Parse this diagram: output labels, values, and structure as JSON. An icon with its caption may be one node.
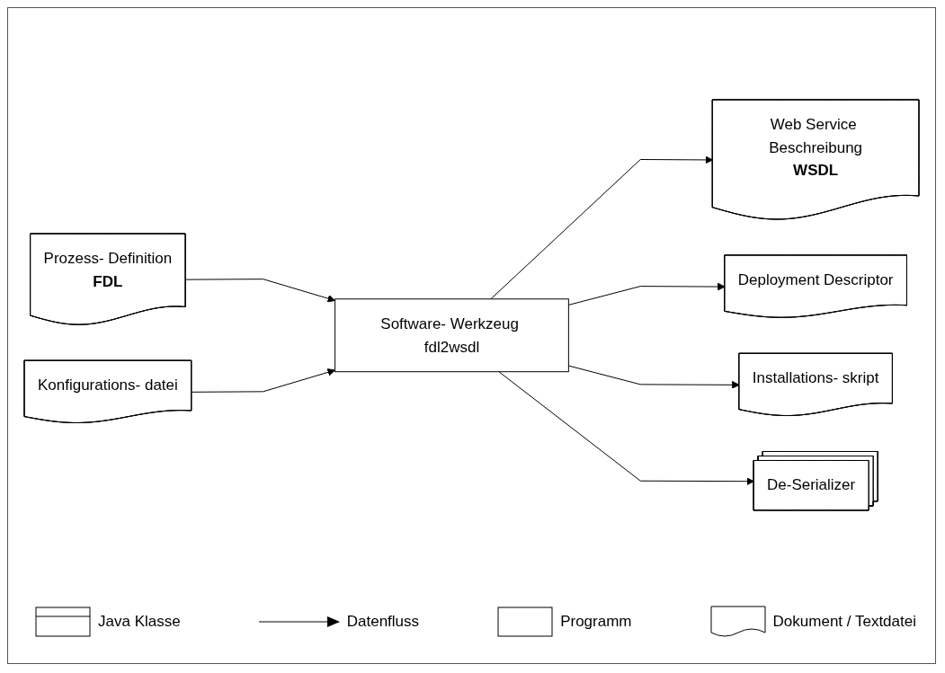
{
  "diagram": {
    "nodes": [
      {
        "text": [
          "Prozess- Definition",
          "FDL"
        ]
      },
      {
        "text": [
          "Konfigurations- datei"
        ]
      },
      {
        "text": [
          "Software- Werkzeug fdl2wsdl"
        ]
      },
      {
        "text": [
          "Web Service Beschreibung",
          "WSDL"
        ]
      },
      {
        "text": [
          "Deployment Descriptor"
        ]
      },
      {
        "text": [
          "Installations- skript"
        ]
      },
      {
        "text": [
          "De-Serializer"
        ]
      }
    ],
    "edges": [
      {
        "from": 0,
        "to": 2,
        "arrow": "to"
      },
      {
        "from": 1,
        "to": 2,
        "arrow": "to"
      },
      {
        "from": 2,
        "to": 3,
        "arrow": "to"
      },
      {
        "from": 2,
        "to": 4,
        "arrow": "to"
      },
      {
        "from": 2,
        "to": 5,
        "arrow": "to"
      },
      {
        "from": 2,
        "to": 6,
        "arrow": "to"
      }
    ],
    "legend": [
      {
        "text": "Java Klasse"
      },
      {
        "text": "Datenfluss"
      },
      {
        "text": "Programm"
      },
      {
        "text": "Dokument / Textdatei"
      }
    ]
  }
}
